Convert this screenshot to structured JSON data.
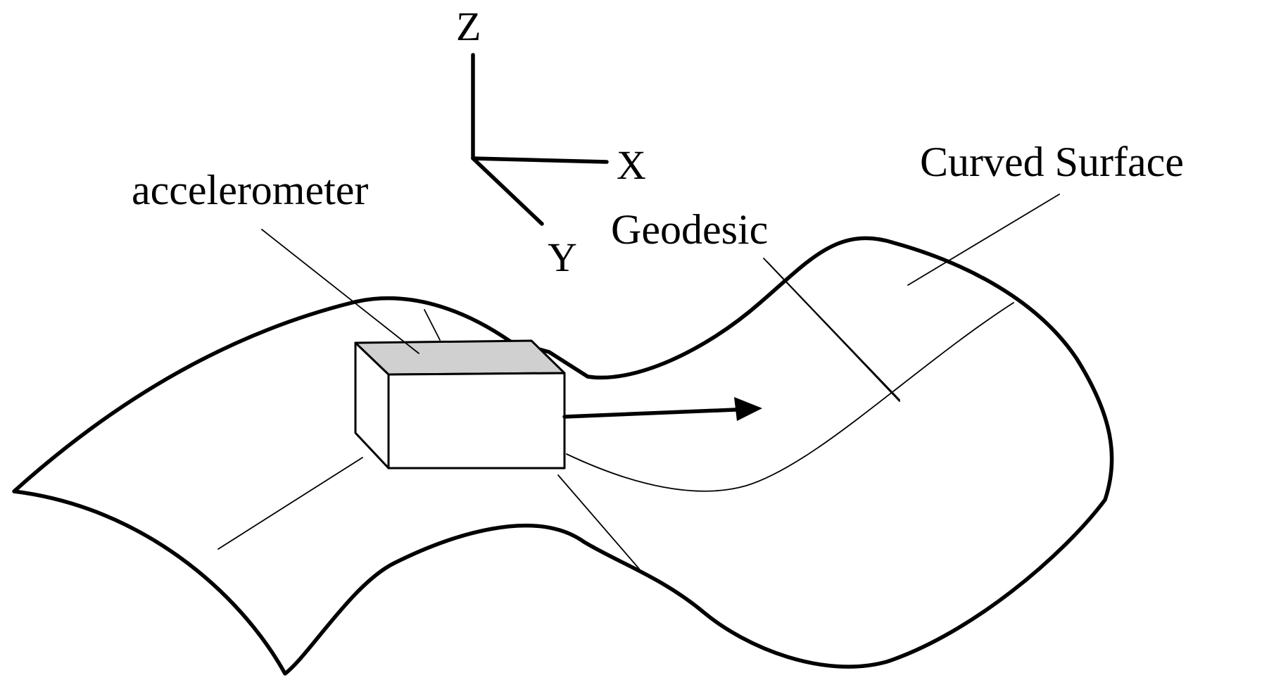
{
  "axes": {
    "z_label": "Z",
    "x_label": "X",
    "y_label": "Y"
  },
  "labels": {
    "accelerometer": "accelerometer",
    "geodesic": "Geodesic",
    "curved_surface": "Curved Surface"
  },
  "colors": {
    "line": "#000000",
    "background": "#ffffff",
    "accelerometer_top_fill": "#d0d0d0"
  }
}
